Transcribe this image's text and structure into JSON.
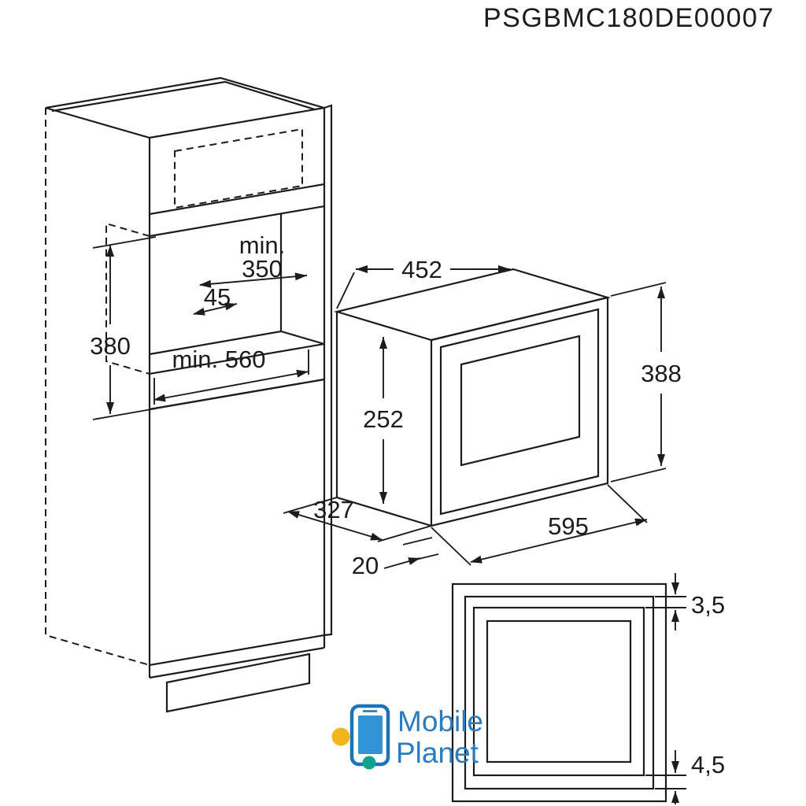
{
  "title": "PSGBMC180DE00007",
  "dims": {
    "niche_min_label": "min.",
    "niche_depth": "350",
    "front_offset": "45",
    "niche_height": "380",
    "niche_width": "min. 560",
    "oven_top_width": "452",
    "oven_frame_height": "388",
    "oven_body_height": "252",
    "oven_width": "595",
    "oven_depth": "327",
    "rear_gap": "20",
    "top_gap": "3,5",
    "bottom_gap": "4,5"
  },
  "watermark": {
    "line1": "Mobile",
    "line2": "Planet"
  },
  "colors": {
    "line": "#1c1c1c",
    "brand_blue": "#2a7cc2",
    "phone_outline": "#1b74b8",
    "phone_screen": "#2f93d6",
    "dot_yellow": "#f2b51d",
    "dot_teal": "#0fa28c"
  }
}
